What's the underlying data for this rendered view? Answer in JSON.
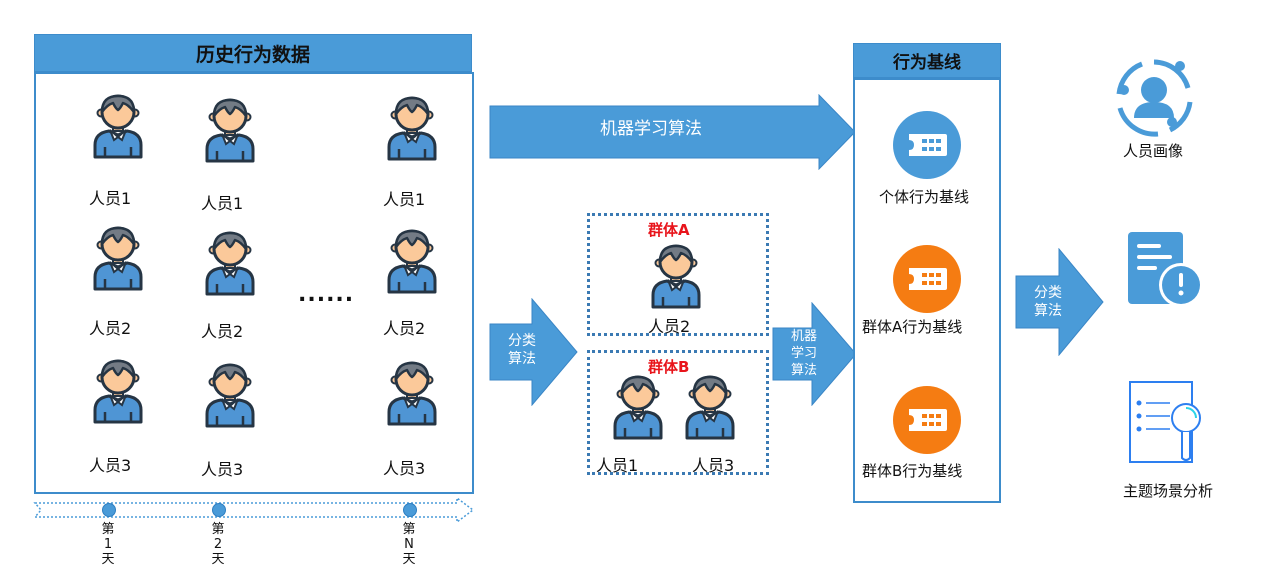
{
  "history": {
    "title": "历史行为数据",
    "ellipsis": "......",
    "columns": [
      {
        "rows": [
          "人员1",
          "人员2",
          "人员3"
        ]
      },
      {
        "rows": [
          "人员1",
          "人员2",
          "人员3"
        ]
      },
      {
        "rows": [
          "人员1",
          "人员2",
          "人员3"
        ]
      }
    ]
  },
  "timeline": {
    "days": [
      {
        "label_lines": [
          "第",
          "1",
          "天"
        ]
      },
      {
        "label_lines": [
          "第",
          "2",
          "天"
        ]
      },
      {
        "label_lines": [
          "第",
          "N",
          "天"
        ]
      }
    ]
  },
  "arrows": {
    "ml_top": "机器学习算法",
    "classify_left": [
      "分类",
      "算法"
    ],
    "ml_mid": [
      "机器",
      "学习",
      "算法"
    ],
    "classify_right": [
      "分类",
      "算法"
    ]
  },
  "groups": [
    {
      "name": "群体A",
      "members": [
        "人员2"
      ]
    },
    {
      "name": "群体B",
      "members": [
        "人员1",
        "人员3"
      ]
    }
  ],
  "baseline": {
    "title": "行为基线",
    "items": [
      {
        "label": "个体行为基线",
        "color": "#4a9bd8"
      },
      {
        "label": "群体A行为基线",
        "color": "#f57c12"
      },
      {
        "label": "群体B行为基线",
        "color": "#f57c12"
      }
    ]
  },
  "outputs": [
    {
      "label": "人员画像",
      "icon": "user-profile-icon"
    },
    {
      "label": "",
      "icon": "document-alert-icon"
    },
    {
      "label": "主题场景分析",
      "icon": "document-search-icon"
    }
  ],
  "colors": {
    "primary": "#4a9bd8",
    "accent_orange": "#f57c12",
    "group_label": "#e8141b"
  }
}
